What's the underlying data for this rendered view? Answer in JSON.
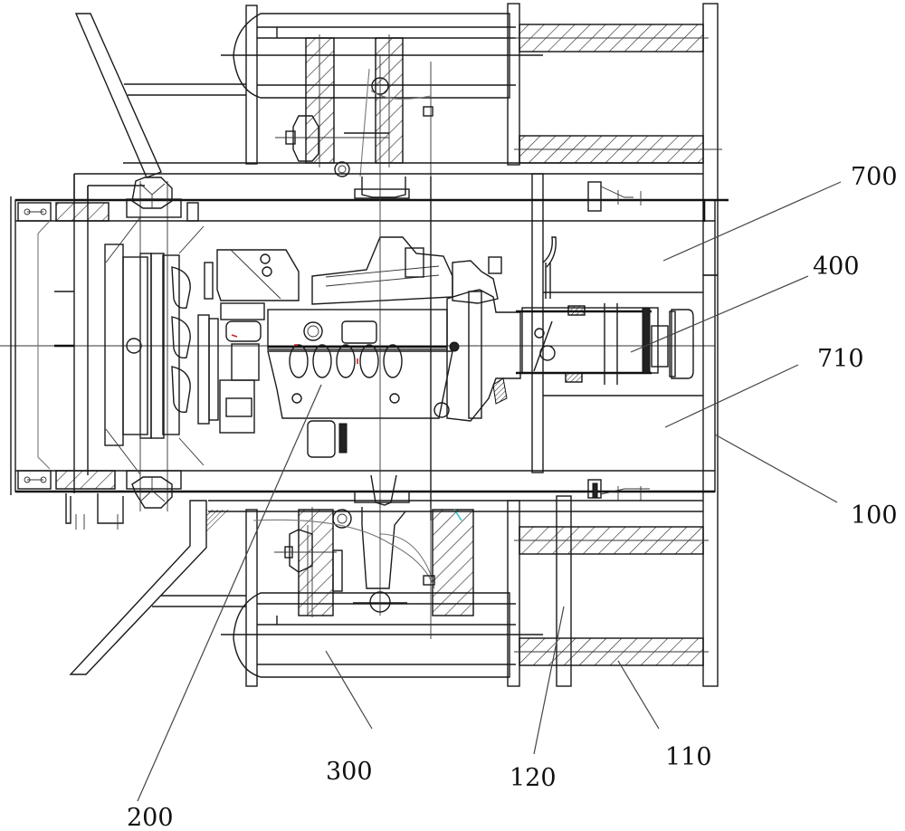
{
  "figure": {
    "type": "patent technical drawing",
    "view": "top view of vehicle chassis with engine and transmission"
  },
  "reference_labels": [
    {
      "id": "label-700",
      "text": "700",
      "component": "frame section (upper bay)"
    },
    {
      "id": "label-400",
      "text": "400",
      "component": "transmission / gearbox"
    },
    {
      "id": "label-710",
      "text": "710",
      "component": "frame section (lower bay)"
    },
    {
      "id": "label-100",
      "text": "100",
      "component": "chassis frame"
    },
    {
      "id": "label-110",
      "text": "110",
      "component": "hatched cross member"
    },
    {
      "id": "label-120",
      "text": "120",
      "component": "vertical frame member"
    },
    {
      "id": "label-300",
      "text": "300",
      "component": "fuel / axle assembly tank"
    },
    {
      "id": "label-200",
      "text": "200",
      "component": "engine"
    }
  ],
  "colors": {
    "line": "#1a1a1a",
    "background": "#ffffff",
    "accent_red": "#d02020",
    "accent_cyan": "#40c8d8"
  }
}
